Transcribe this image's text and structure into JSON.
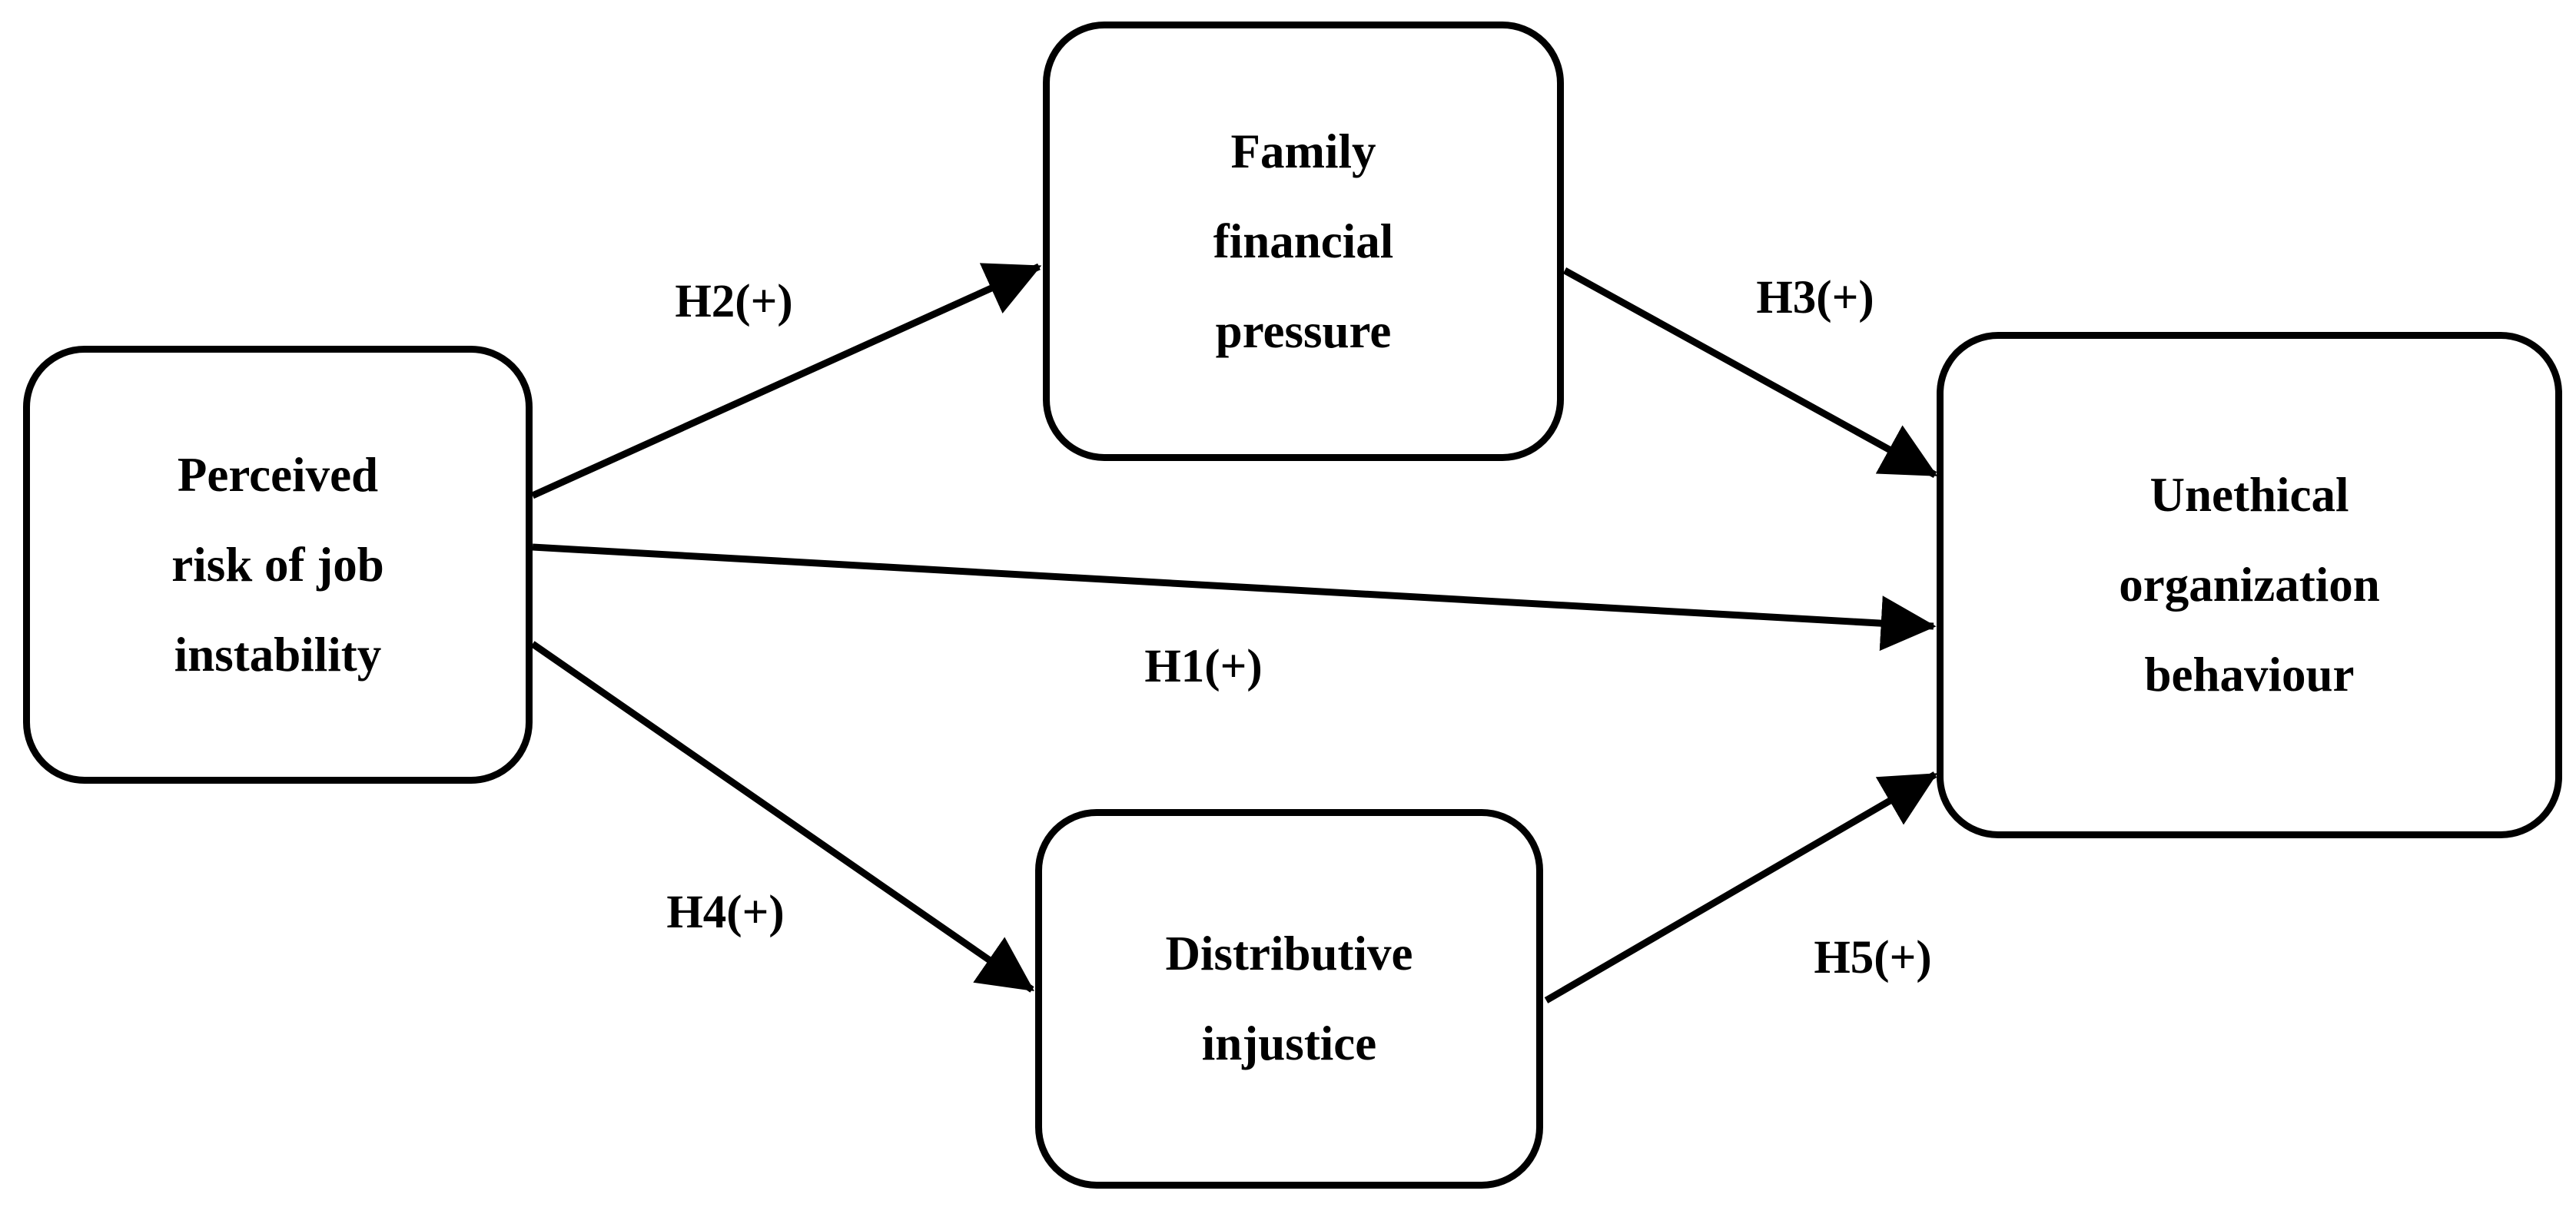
{
  "figure": {
    "type": "conceptual-path-model",
    "background_color": "#ffffff",
    "line_color": "#000000",
    "text_color": "#000000"
  },
  "diagram": {
    "nodes": [
      {
        "id": "perceived-risk-of-job-instability",
        "label": "Perceived risk of job instability",
        "lines": [
          "Perceived",
          "risk of job",
          "instability"
        ]
      },
      {
        "id": "family-financial-pressure",
        "label": "Family financial pressure",
        "lines": [
          "Family",
          "financial",
          "pressure"
        ]
      },
      {
        "id": "distributive-injustice",
        "label": "Distributive injustice",
        "lines": [
          "Distributive",
          "injustice"
        ]
      },
      {
        "id": "unethical-organization-behaviour",
        "label": "Unethical organization behaviour",
        "lines": [
          "Unethical",
          "organization",
          "behaviour"
        ]
      }
    ],
    "edges": [
      {
        "id": "H1",
        "label": "H1(+)",
        "sign": "+",
        "from": "perceived-risk-of-job-instability",
        "to": "unethical-organization-behaviour"
      },
      {
        "id": "H2",
        "label": "H2(+)",
        "sign": "+",
        "from": "perceived-risk-of-job-instability",
        "to": "family-financial-pressure"
      },
      {
        "id": "H3",
        "label": "H3(+)",
        "sign": "+",
        "from": "family-financial-pressure",
        "to": "unethical-organization-behaviour"
      },
      {
        "id": "H4",
        "label": "H4(+)",
        "sign": "+",
        "from": "perceived-risk-of-job-instability",
        "to": "distributive-injustice"
      },
      {
        "id": "H5",
        "label": "H5(+)",
        "sign": "+",
        "from": "distributive-injustice",
        "to": "unethical-organization-behaviour"
      }
    ]
  }
}
